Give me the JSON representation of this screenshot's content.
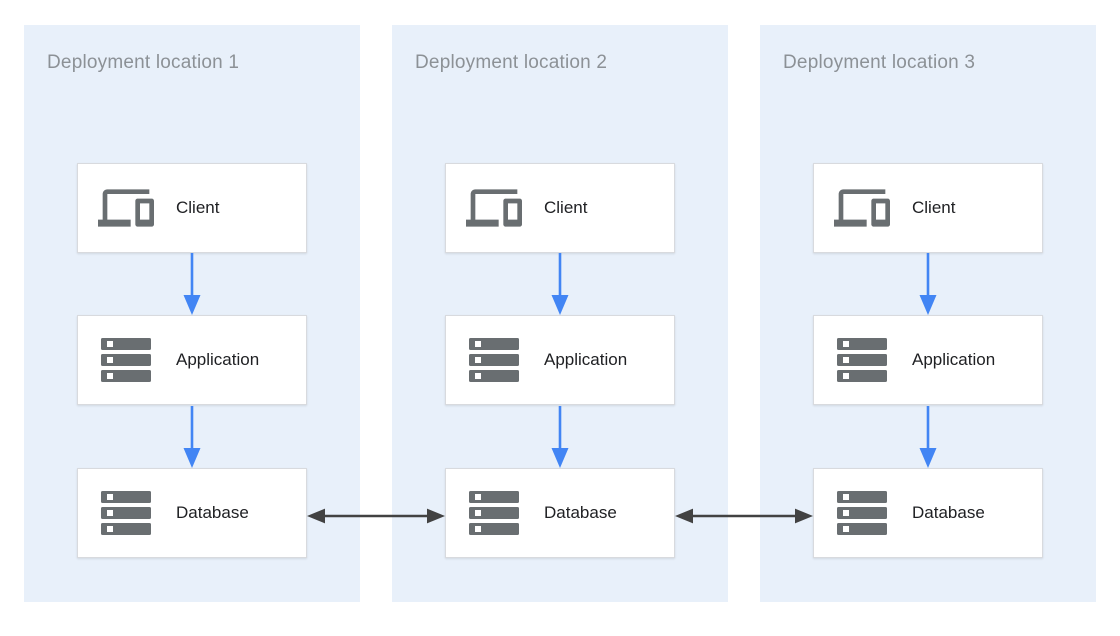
{
  "locations": [
    {
      "title": "Deployment location 1",
      "nodes": [
        {
          "label": "Client",
          "icon": "devices-icon"
        },
        {
          "label": "Application",
          "icon": "server-stack-icon"
        },
        {
          "label": "Database",
          "icon": "server-stack-icon"
        }
      ]
    },
    {
      "title": "Deployment location 2",
      "nodes": [
        {
          "label": "Client",
          "icon": "devices-icon"
        },
        {
          "label": "Application",
          "icon": "server-stack-icon"
        },
        {
          "label": "Database",
          "icon": "server-stack-icon"
        }
      ]
    },
    {
      "title": "Deployment location 3",
      "nodes": [
        {
          "label": "Client",
          "icon": "devices-icon"
        },
        {
          "label": "Application",
          "icon": "server-stack-icon"
        },
        {
          "label": "Database",
          "icon": "server-stack-icon"
        }
      ]
    }
  ],
  "connections": {
    "flow": "Client to Application to Database (downward blue arrows in each location)",
    "replication": "Database to Database double-headed dark arrows between adjacent locations"
  },
  "colors": {
    "panel_background": "#e8f0fa",
    "node_background": "#ffffff",
    "node_border": "#d8dade",
    "flow_arrow_blue": "#4285f4",
    "replication_arrow_dark": "#424242",
    "icon_gray": "#696e71",
    "title_text": "#8c9196",
    "label_text": "#202124"
  }
}
